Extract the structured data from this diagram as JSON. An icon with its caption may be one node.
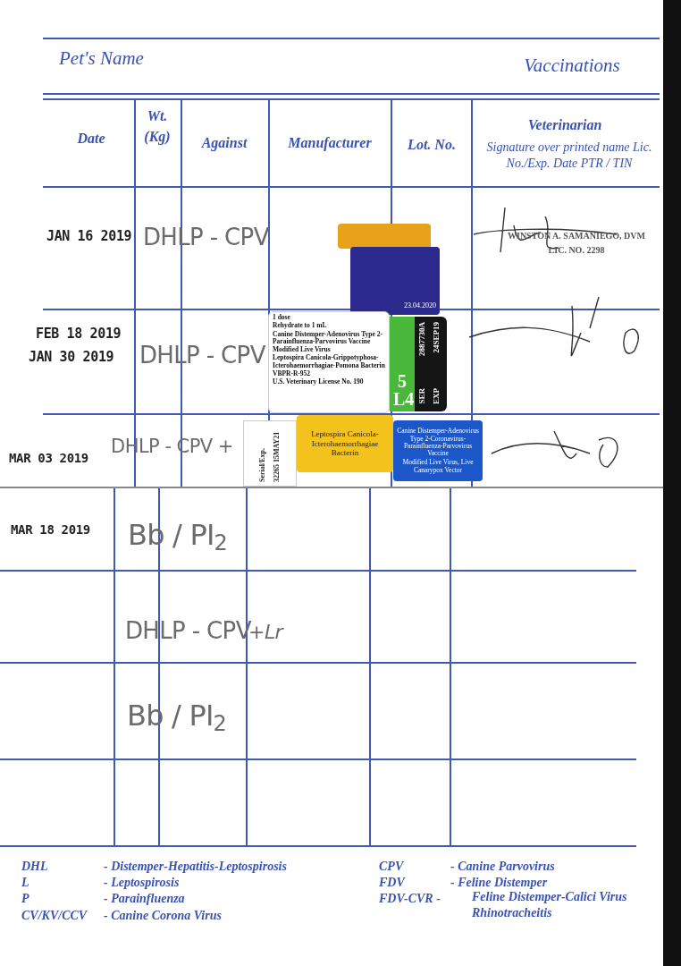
{
  "diagram": {
    "nodes": [
      {
        "text": [],
        "shape": "box"
      },
      {
        "text": [
          "23.04.2020"
        ]
      },
      {
        "text": [
          "1 dose",
          "Rehydrate to 1 mL",
          "Canine Distemper-Adenovirus Type 2-Parainfluenza-Parvovirus Vaccine",
          "Modified Live Virus",
          "Leptospira Canicola-Grippotyphosa-Icterohaemorrhagiae-Pomona Bacterin",
          "VBPR-R-952",
          "U.S. Veterinary License No. 190"
        ]
      },
      {
        "text": [
          "5 L4"
        ]
      },
      {
        "text": [
          "SER",
          "2887730A",
          "EXP",
          "24SEP19"
        ]
      },
      {
        "text": [
          "Serial/Exp.",
          "32265 15MAY21"
        ]
      },
      {
        "text": [
          "Leptospira Canicola-Icterohaemorrhagiae Bacterin"
        ]
      },
      {
        "text": [
          "Canine Distemper-Adenovirus Type 2-Coronavirus-Parainfluenza-Parvovirus Vaccine",
          "Modified Live Virus, Live Canarypox Vector"
        ]
      }
    ],
    "labels": [
      "Pet's Name",
      "Vaccinations",
      "Date",
      "Wt. (Kg)",
      "Against",
      "Manufacturer",
      "Lot. No.",
      "Veterinarian",
      "Signature over printed name Lic. No./Exp. Date PTR / TIN",
      "JAN 16 2019",
      "DHLP - CPV",
      "WINSTON A. SAMANIEGO, DVM",
      "LIC. NO. 2298",
      "FEB 18 2019",
      "JAN 30 2019",
      "DHLP - CPV",
      "MAR 03 2019",
      "DHLP - CPV +",
      "MAR 18 2019",
      "Bb / PI$_{2}$",
      "DHLP - CPV",
      "+Lr",
      "Bb / PI$_{2}$",
      "DHL",
      "- Distemper-Hepatitis-Leptospirosis",
      "CPV",
      "- Canine Parvovirus",
      "L",
      "- Leptospirosis",
      "FDV",
      "- Feline Distemper",
      "P",
      "- Parainfluenza",
      "FDV-CVR -",
      "Feline Distemper-Calici Virus Rhinotracheitis",
      "CV/KV/CCV",
      "- Canine Corona Virus"
    ]
  }
}
